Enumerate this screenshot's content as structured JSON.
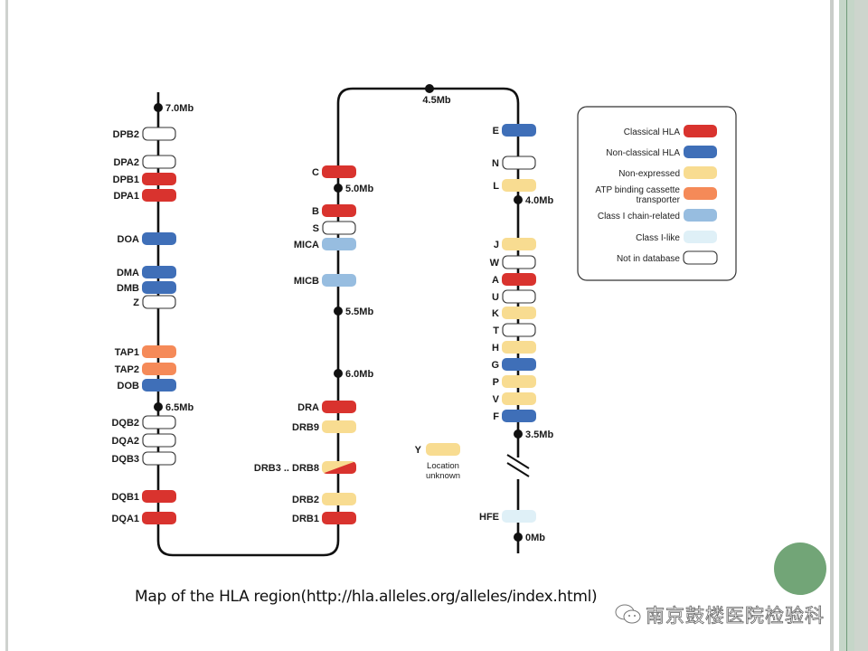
{
  "caption": "Map of the HLA region(http://hla.alleles.org/alleles/index.html)",
  "watermark": "南京鼓楼医院检验科",
  "colors": {
    "classical": "#d9332e",
    "nonclassical": "#3f6fb8",
    "nonexpressed": "#f8dc91",
    "abc": "#f58a58",
    "chainrelated": "#97bde0",
    "classlike": "#dff0f7",
    "notindb": "#ffffff",
    "line": "#111111",
    "accent_dot": "#72a577"
  },
  "markers": [
    {
      "label": "7.0Mb",
      "strand": 0,
      "pos": 0
    },
    {
      "label": "6.5Mb",
      "strand": 0,
      "pos": 1
    },
    {
      "label": "4.5Mb",
      "strand": "top",
      "pos": 0
    },
    {
      "label": "5.0Mb",
      "strand": 1,
      "pos": 0
    },
    {
      "label": "5.5Mb",
      "strand": 1,
      "pos": 1
    },
    {
      "label": "6.0Mb",
      "strand": 1,
      "pos": 2
    },
    {
      "label": "4.0Mb",
      "strand": 2,
      "pos": 0
    },
    {
      "label": "3.5Mb",
      "strand": 2,
      "pos": 1
    },
    {
      "label": "0Mb",
      "strand": 2,
      "pos": 2
    }
  ],
  "genes": {
    "left": [
      {
        "label": "DPB2",
        "type": "notindb"
      },
      {
        "label": "DPA2",
        "type": "notindb"
      },
      {
        "label": "DPB1",
        "type": "classical"
      },
      {
        "label": "DPA1",
        "type": "classical"
      },
      {
        "label": "DOA",
        "type": "nonclassical"
      },
      {
        "label": "DMA",
        "type": "nonclassical"
      },
      {
        "label": "DMB",
        "type": "nonclassical"
      },
      {
        "label": "Z",
        "type": "notindb"
      },
      {
        "label": "TAP1",
        "type": "abc"
      },
      {
        "label": "TAP2",
        "type": "abc"
      },
      {
        "label": "DOB",
        "type": "nonclassical"
      },
      {
        "label": "DQB2",
        "type": "notindb"
      },
      {
        "label": "DQA2",
        "type": "notindb"
      },
      {
        "label": "DQB3",
        "type": "notindb"
      },
      {
        "label": "DQB1",
        "type": "classical"
      },
      {
        "label": "DQA1",
        "type": "classical"
      }
    ],
    "middle": [
      {
        "label": "C",
        "type": "classical"
      },
      {
        "label": "B",
        "type": "classical"
      },
      {
        "label": "S",
        "type": "notindb"
      },
      {
        "label": "MICA",
        "type": "chainrelated"
      },
      {
        "label": "MICB",
        "type": "chainrelated"
      },
      {
        "label": "DRA",
        "type": "classical"
      },
      {
        "label": "DRB9",
        "type": "nonexpressed"
      },
      {
        "label": "DRB3 .. DRB8",
        "type": "split"
      },
      {
        "label": "DRB2",
        "type": "nonexpressed"
      },
      {
        "label": "DRB1",
        "type": "classical"
      }
    ],
    "right": [
      {
        "label": "E",
        "type": "nonclassical"
      },
      {
        "label": "N",
        "type": "notindb"
      },
      {
        "label": "L",
        "type": "nonexpressed"
      },
      {
        "label": "J",
        "type": "nonexpressed"
      },
      {
        "label": "W",
        "type": "notindb"
      },
      {
        "label": "A",
        "type": "classical"
      },
      {
        "label": "U",
        "type": "notindb"
      },
      {
        "label": "K",
        "type": "nonexpressed"
      },
      {
        "label": "T",
        "type": "notindb"
      },
      {
        "label": "H",
        "type": "nonexpressed"
      },
      {
        "label": "G",
        "type": "nonclassical"
      },
      {
        "label": "P",
        "type": "nonexpressed"
      },
      {
        "label": "V",
        "type": "nonexpressed"
      },
      {
        "label": "F",
        "type": "nonclassical"
      },
      {
        "label": "HFE",
        "type": "classlike"
      }
    ]
  },
  "unknown": {
    "label": "Y",
    "type": "nonexpressed",
    "note_line1": "Location",
    "note_line2": "unknown"
  },
  "legend": [
    {
      "label": "Classical HLA",
      "type": "classical"
    },
    {
      "label": "Non-classical HLA",
      "type": "nonclassical"
    },
    {
      "label": "Non-expressed",
      "type": "nonexpressed"
    },
    {
      "label_line1": "ATP binding cassette",
      "label_line2": "transporter",
      "type": "abc"
    },
    {
      "label": "Class I chain-related",
      "type": "chainrelated"
    },
    {
      "label": "Class I-like",
      "type": "classlike"
    },
    {
      "label": "Not in database",
      "type": "notindb"
    }
  ]
}
